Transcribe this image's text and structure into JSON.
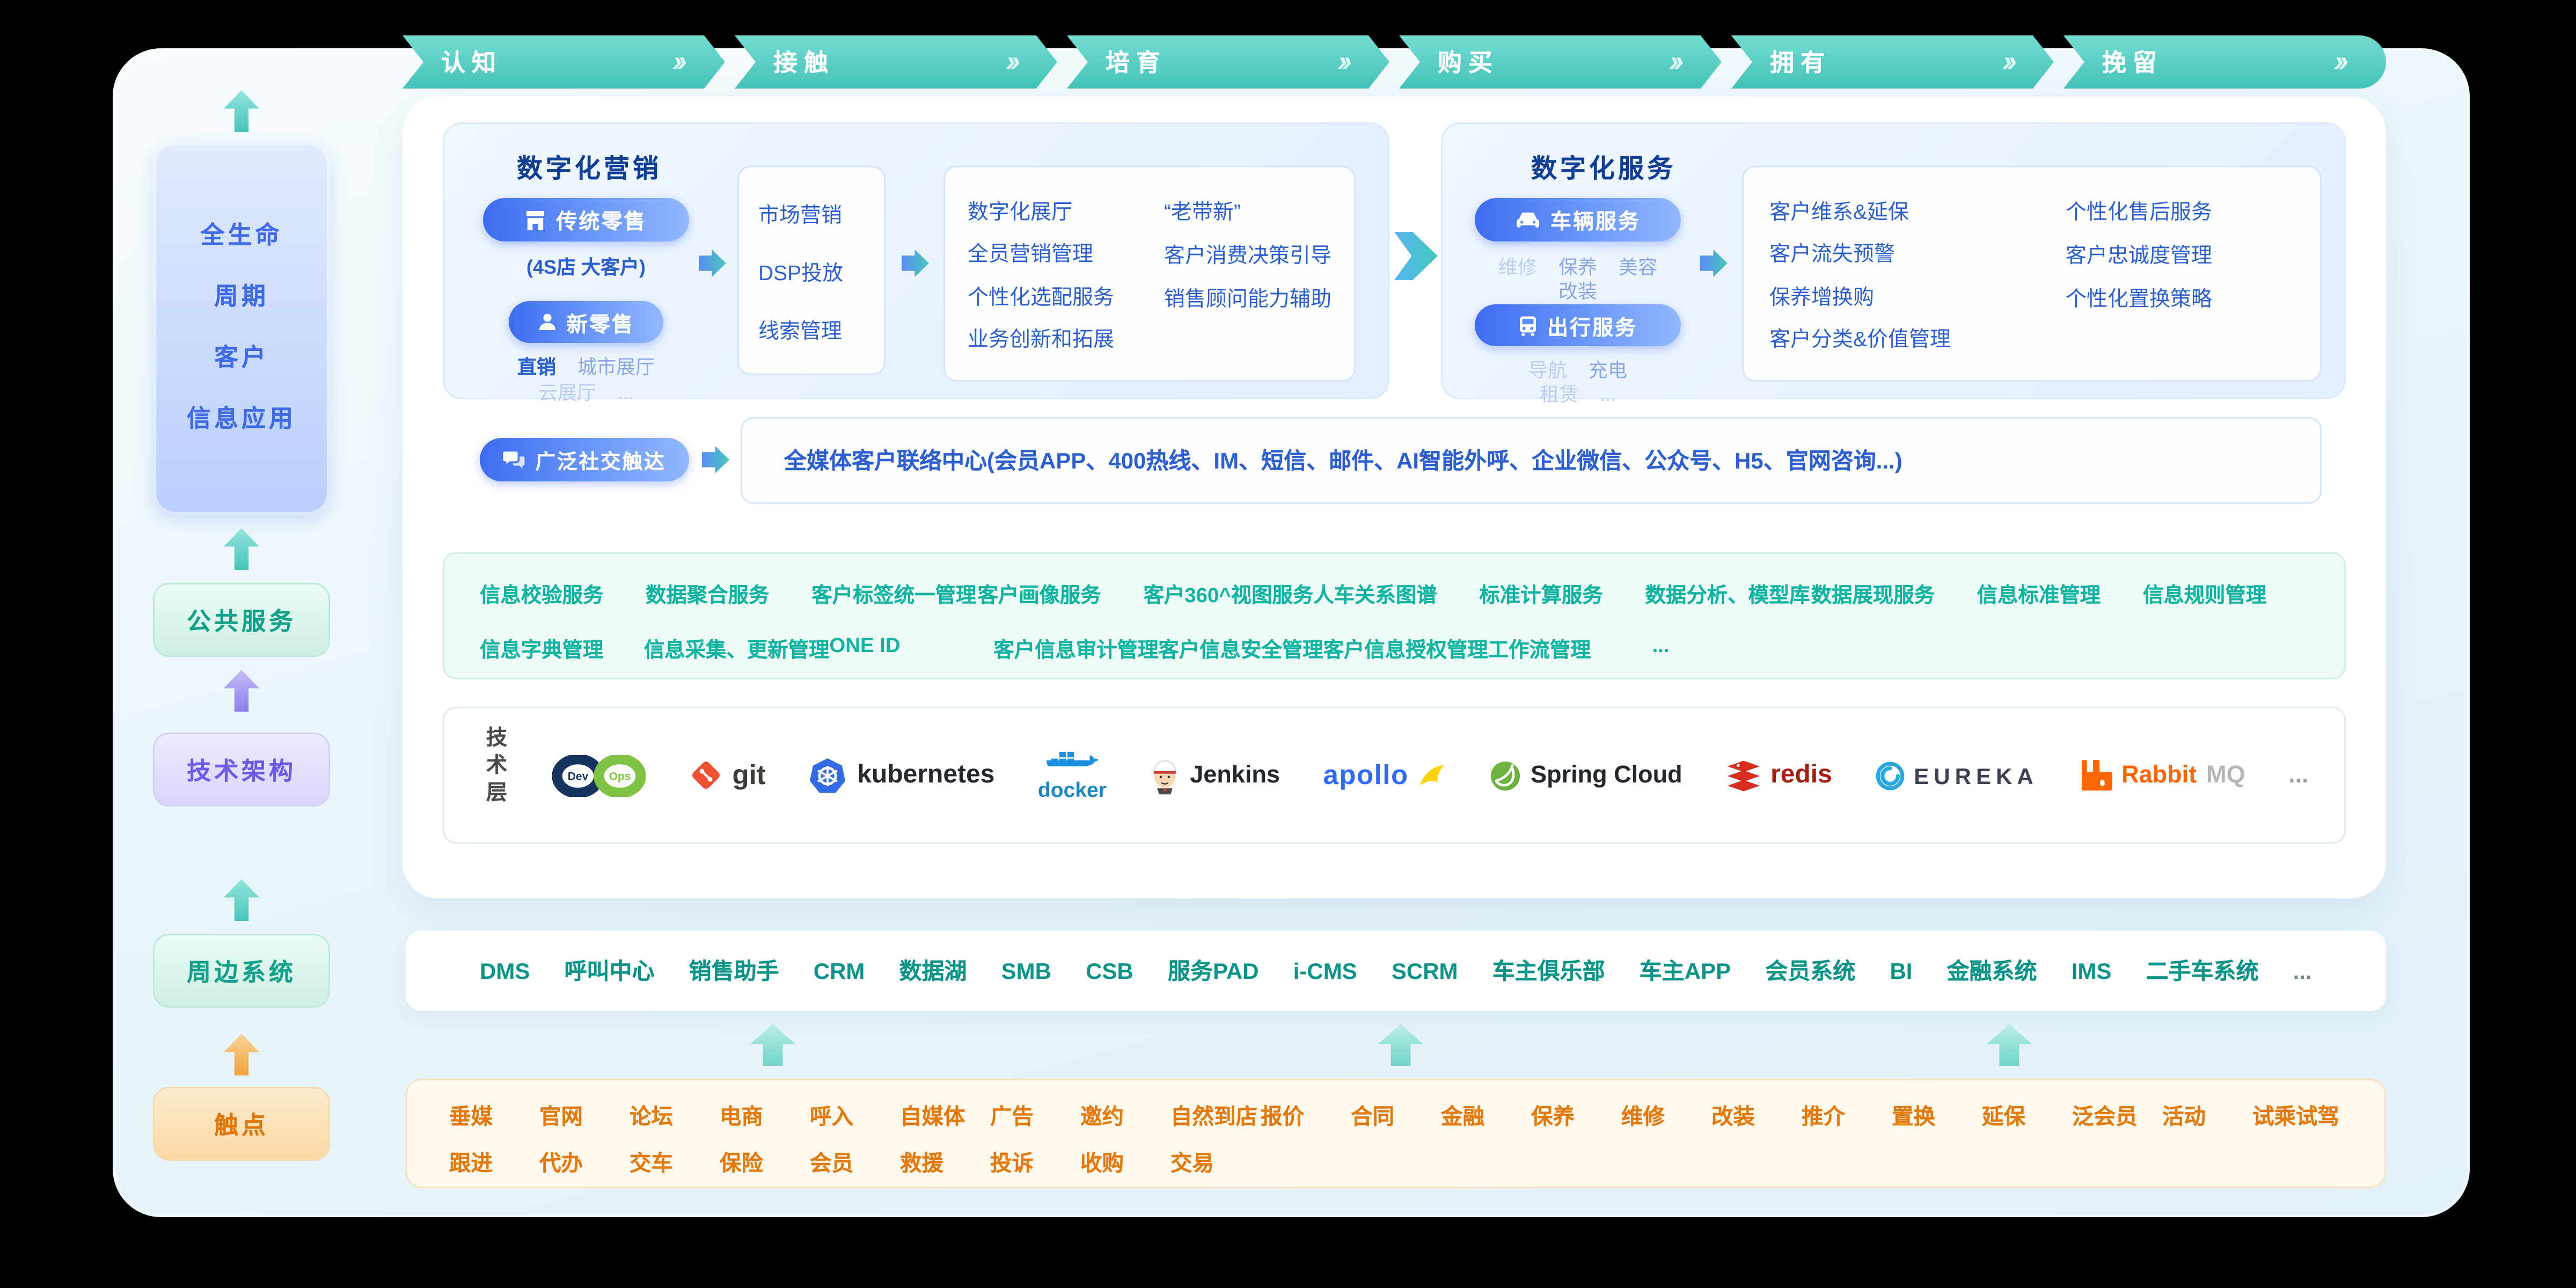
{
  "colors": {
    "accent_teal": "#44c3b8",
    "accent_blue": "#3d6cf0",
    "accent_green": "#12b3a0",
    "accent_purple": "#6a5ce8",
    "accent_orange": "#e27a10"
  },
  "icons": {
    "tab_chevron": "››",
    "ellipsis": "..."
  },
  "stages": [
    "认知",
    "接触",
    "培育",
    "购买",
    "拥有",
    "挽留"
  ],
  "sidebar": {
    "lifecycle_lines": [
      "全生命",
      "周期",
      "客户",
      "信息应用"
    ],
    "public_service": "公共服务",
    "tech_arch": "技术架构",
    "peripheral": "周边系统",
    "touchpoint": "触点"
  },
  "marketing": {
    "title": "数字化营销",
    "traditional_label": "传统零售",
    "traditional_sub": "(4S店  大客户)",
    "new_retail_label": "新零售",
    "new_retail_sub1": "直销",
    "new_retail_sub2": "城市展厅",
    "new_retail_sub3": "云展厅",
    "new_retail_sub4": "...",
    "mid_items": [
      "市场营销",
      "DSP投放",
      "线索管理"
    ],
    "right_col1": [
      "数字化展厅",
      "全员营销管理",
      "个性化选配服务",
      "业务创新和拓展"
    ],
    "right_col2": [
      "“老带新”",
      "客户消费决策引导",
      "销售顾问能力辅助"
    ]
  },
  "service": {
    "title": "数字化服务",
    "vehicle_label": "车辆服务",
    "vehicle_subs1": [
      "维修",
      "保养",
      "美容"
    ],
    "vehicle_subs2": [
      "改装"
    ],
    "travel_label": "出行服务",
    "travel_subs1": [
      "导航",
      "充电"
    ],
    "travel_subs2": [
      "租赁",
      "..."
    ],
    "box_col1": [
      "客户维系&延保",
      "客户流失预警",
      "保养增换购",
      "客户分类&价值管理"
    ],
    "box_col2": [
      "个性化售后服务",
      "客户忠诚度管理",
      "个性化置换策略"
    ]
  },
  "social": {
    "label": "广泛社交触达",
    "content": "全媒体客户联络中心(会员APP、400热线、IM、短信、邮件、AI智能外呼、企业微信、公众号、H5、官网咨询...)"
  },
  "public_services": {
    "row1": [
      "信息校验服务",
      "数据聚合服务",
      "客户标签统一管理",
      "客户画像服务",
      "客户360^视图服务",
      "人车关系图谱",
      "标准计算服务",
      "数据分析、模型库",
      "数据展现服务",
      "信息标准管理",
      "信息规则管理"
    ],
    "row2": [
      "信息字典管理",
      "信息采集、更新管理",
      "ONE ID",
      "客户信息审计管理",
      "客户信息安全管理",
      "客户信息授权管理",
      "工作流管理",
      "..."
    ]
  },
  "tech": {
    "layer_label": "技术层",
    "devops_dev": "Dev",
    "devops_ops": "Ops",
    "git": "git",
    "kubernetes": "kubernetes",
    "docker": "docker",
    "jenkins": "Jenkins",
    "apollo": "apollo",
    "spring": "Spring Cloud",
    "redis": "redis",
    "eureka": "EUREKA",
    "rabbit": "Rabbit",
    "mq": "MQ",
    "more": "..."
  },
  "peripheral_systems": [
    "DMS",
    "呼叫中心",
    "销售助手",
    "CRM",
    "数据湖",
    "SMB",
    "CSB",
    "服务PAD",
    "i-CMS",
    "SCRM",
    "车主俱乐部",
    "车主APP",
    "会员系统",
    "BI",
    "金融系统",
    "IMS",
    "二手车系统",
    "..."
  ],
  "touchpoints": {
    "row1": [
      "垂媒",
      "官网",
      "论坛",
      "电商",
      "呼入",
      "自媒体",
      "广告",
      "邀约",
      "自然到店",
      "报价",
      "合同",
      "金融",
      "保养",
      "维修",
      "改装",
      "推介",
      "置换",
      "延保",
      "泛会员",
      "活动",
      "试乘试驾"
    ],
    "row2": [
      "跟进",
      "代办",
      "交车",
      "保险",
      "会员",
      "救援",
      "投诉",
      "收购",
      "交易"
    ]
  }
}
